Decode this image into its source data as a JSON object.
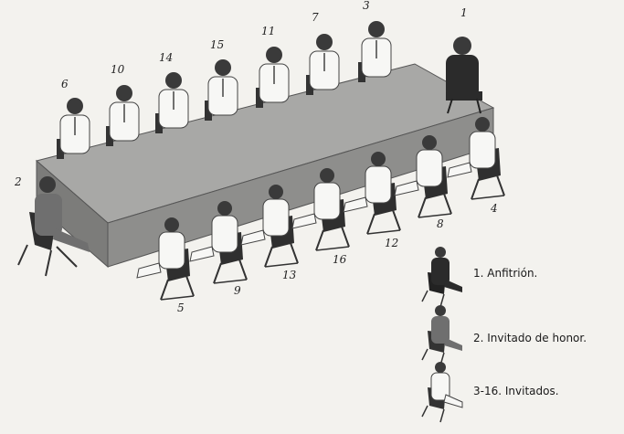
{
  "seat_numbers": {
    "back_row": [
      "6",
      "10",
      "14",
      "15",
      "11",
      "7",
      "3"
    ],
    "host": "1",
    "left_end": "2",
    "front_row": [
      "5",
      "9",
      "13",
      "16",
      "12",
      "8",
      "4"
    ]
  },
  "legend": [
    {
      "label": "1. Anfitrión.",
      "figure": "host-figure-dark"
    },
    {
      "label": "2. Invitado de honor.",
      "figure": "guest-of-honor-figure-grey"
    },
    {
      "label": "3-16. Invitados.",
      "figure": "guest-figure-white"
    }
  ],
  "colors": {
    "background": "#f3f2ee",
    "table_top": "#a8a8a6",
    "table_side": "#7c7c7a",
    "host_suit": "#2b2b2b",
    "honor_suit": "#6f6f6f",
    "guest_suit": "#f7f7f5",
    "skin": "#3a3a3a"
  }
}
